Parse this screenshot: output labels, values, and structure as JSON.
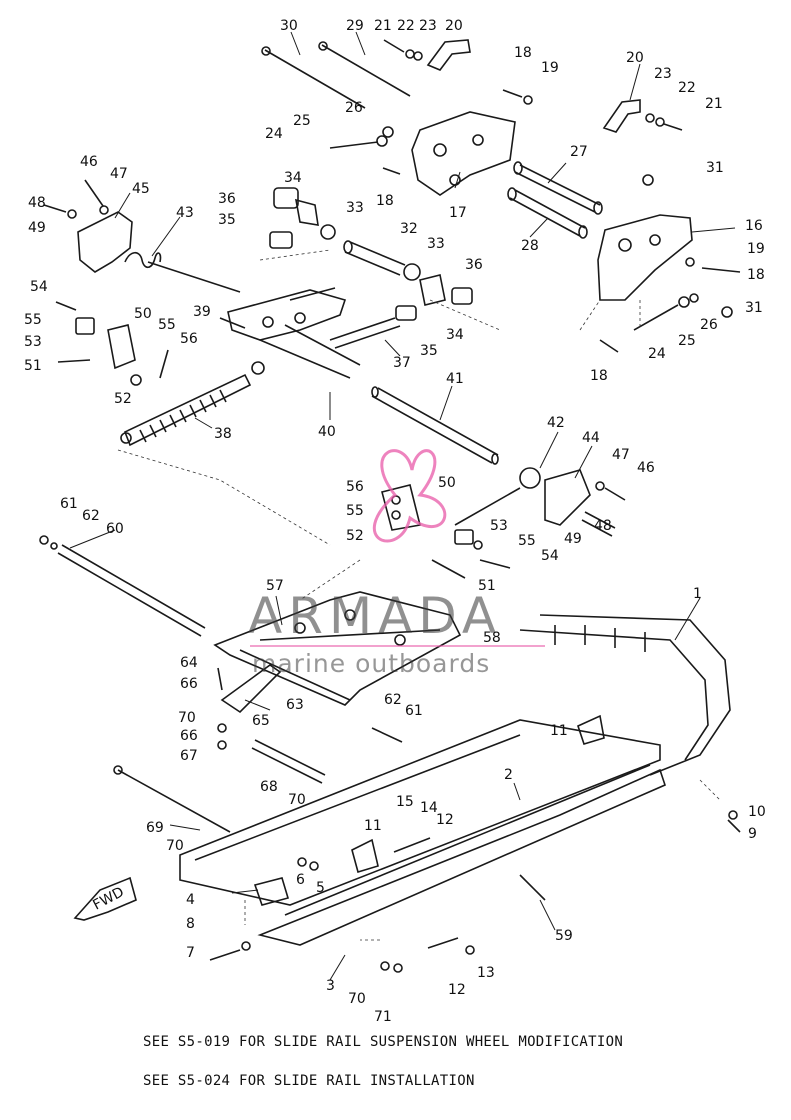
{
  "diagram": {
    "notes": [
      "SEE S5-019 FOR SLIDE RAIL SUSPENSION  WHEEL MODIFICATION",
      "SEE S5-024 FOR SLIDE RAIL INSTALLATION"
    ],
    "fwd_label": "FWD",
    "watermark": {
      "brand": "ARMADA",
      "tagline": "marine outboards"
    },
    "callouts": [
      {
        "id": "c30",
        "text": "30"
      },
      {
        "id": "c29",
        "text": "29"
      },
      {
        "id": "c21a",
        "text": "21"
      },
      {
        "id": "c22a",
        "text": "22"
      },
      {
        "id": "c23a",
        "text": "23"
      },
      {
        "id": "c20a",
        "text": "20"
      },
      {
        "id": "c18a",
        "text": "18"
      },
      {
        "id": "c19a",
        "text": "19"
      },
      {
        "id": "c20b",
        "text": "20"
      },
      {
        "id": "c23b",
        "text": "23"
      },
      {
        "id": "c22b",
        "text": "22"
      },
      {
        "id": "c21b",
        "text": "21"
      },
      {
        "id": "c26a",
        "text": "26"
      },
      {
        "id": "c25a",
        "text": "25"
      },
      {
        "id": "c24a",
        "text": "24"
      },
      {
        "id": "c27",
        "text": "27"
      },
      {
        "id": "c31a",
        "text": "31"
      },
      {
        "id": "c46a",
        "text": "46"
      },
      {
        "id": "c47a",
        "text": "47"
      },
      {
        "id": "c45",
        "text": "45"
      },
      {
        "id": "c48a",
        "text": "48"
      },
      {
        "id": "c49a",
        "text": "49"
      },
      {
        "id": "c36a",
        "text": "36"
      },
      {
        "id": "c34a",
        "text": "34"
      },
      {
        "id": "c18b",
        "text": "18"
      },
      {
        "id": "c17",
        "text": "17"
      },
      {
        "id": "c16",
        "text": "16"
      },
      {
        "id": "c43",
        "text": "43"
      },
      {
        "id": "c35a",
        "text": "35"
      },
      {
        "id": "c33a",
        "text": "33"
      },
      {
        "id": "c32",
        "text": "32"
      },
      {
        "id": "c28",
        "text": "28"
      },
      {
        "id": "c19b",
        "text": "19"
      },
      {
        "id": "c33b",
        "text": "33"
      },
      {
        "id": "c36b",
        "text": "36"
      },
      {
        "id": "c18c",
        "text": "18"
      },
      {
        "id": "c54a",
        "text": "54"
      },
      {
        "id": "c55a",
        "text": "55"
      },
      {
        "id": "c53a",
        "text": "53"
      },
      {
        "id": "c50a",
        "text": "50"
      },
      {
        "id": "c39",
        "text": "39"
      },
      {
        "id": "c34b",
        "text": "34"
      },
      {
        "id": "c26b",
        "text": "26"
      },
      {
        "id": "c31b",
        "text": "31"
      },
      {
        "id": "c55b",
        "text": "55"
      },
      {
        "id": "c56a",
        "text": "56"
      },
      {
        "id": "c35b",
        "text": "35"
      },
      {
        "id": "c25b",
        "text": "25"
      },
      {
        "id": "c24b",
        "text": "24"
      },
      {
        "id": "c51a",
        "text": "51"
      },
      {
        "id": "c37",
        "text": "37"
      },
      {
        "id": "c18d",
        "text": "18"
      },
      {
        "id": "c52a",
        "text": "52"
      },
      {
        "id": "c41",
        "text": "41"
      },
      {
        "id": "c38",
        "text": "38"
      },
      {
        "id": "c40",
        "text": "40"
      },
      {
        "id": "c42",
        "text": "42"
      },
      {
        "id": "c44",
        "text": "44"
      },
      {
        "id": "c47b",
        "text": "47"
      },
      {
        "id": "c46b",
        "text": "46"
      },
      {
        "id": "c56b",
        "text": "56"
      },
      {
        "id": "c50b",
        "text": "50"
      },
      {
        "id": "c55c",
        "text": "55"
      },
      {
        "id": "c52b",
        "text": "52"
      },
      {
        "id": "c53b",
        "text": "53"
      },
      {
        "id": "c49b",
        "text": "49"
      },
      {
        "id": "c48b",
        "text": "48"
      },
      {
        "id": "c55d",
        "text": "55"
      },
      {
        "id": "c54b",
        "text": "54"
      },
      {
        "id": "c61a",
        "text": "61"
      },
      {
        "id": "c62a",
        "text": "62"
      },
      {
        "id": "c60",
        "text": "60"
      },
      {
        "id": "c51b",
        "text": "51"
      },
      {
        "id": "c57",
        "text": "57"
      },
      {
        "id": "c1",
        "text": "1"
      },
      {
        "id": "c58",
        "text": "58"
      },
      {
        "id": "c64",
        "text": "64"
      },
      {
        "id": "c66a",
        "text": "66"
      },
      {
        "id": "c70a",
        "text": "70"
      },
      {
        "id": "c65",
        "text": "65"
      },
      {
        "id": "c63",
        "text": "63"
      },
      {
        "id": "c62b",
        "text": "62"
      },
      {
        "id": "c61b",
        "text": "61"
      },
      {
        "id": "c66b",
        "text": "66"
      },
      {
        "id": "c67",
        "text": "67"
      },
      {
        "id": "c11a",
        "text": "11"
      },
      {
        "id": "c68",
        "text": "68"
      },
      {
        "id": "c70b",
        "text": "70"
      },
      {
        "id": "c2",
        "text": "2"
      },
      {
        "id": "c10",
        "text": "10"
      },
      {
        "id": "c9",
        "text": "9"
      },
      {
        "id": "c69",
        "text": "69"
      },
      {
        "id": "c15",
        "text": "15"
      },
      {
        "id": "c14",
        "text": "14"
      },
      {
        "id": "c12a",
        "text": "12"
      },
      {
        "id": "c70c",
        "text": "70"
      },
      {
        "id": "c11b",
        "text": "11"
      },
      {
        "id": "c6",
        "text": "6"
      },
      {
        "id": "c5",
        "text": "5"
      },
      {
        "id": "c4",
        "text": "4"
      },
      {
        "id": "c59",
        "text": "59"
      },
      {
        "id": "c8",
        "text": "8"
      },
      {
        "id": "c7",
        "text": "7"
      },
      {
        "id": "c13",
        "text": "13"
      },
      {
        "id": "c12b",
        "text": "12"
      },
      {
        "id": "c3",
        "text": "3"
      },
      {
        "id": "c70d",
        "text": "70"
      },
      {
        "id": "c71",
        "text": "71"
      }
    ]
  }
}
